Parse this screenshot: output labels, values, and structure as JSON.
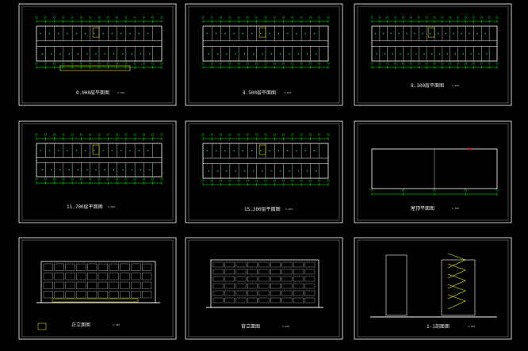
{
  "viewer": {
    "background": "#000000",
    "frame_color": "#ffffff",
    "line_color": "#00ff00",
    "accent_yellow": "#ffff00",
    "accent_cyan": "#00ffff",
    "accent_red": "#ff0000"
  },
  "drawings": [
    {
      "caption": "0.000层平面图",
      "scale": "1:100"
    },
    {
      "caption": "4.500层平面图",
      "scale": "1:100"
    },
    {
      "caption": "8.100层平面图",
      "scale": "1:100"
    },
    {
      "caption": "11.700层平面图",
      "scale": "1:100"
    },
    {
      "caption": "15.300层平面图",
      "scale": "1:100"
    },
    {
      "caption": "屋顶平面图",
      "scale": "1:100"
    },
    {
      "caption": "正立面图",
      "scale": "1:100"
    },
    {
      "caption": "背立面图",
      "scale": "1:100"
    },
    {
      "caption": "1-1剖面图",
      "scale": "1:100"
    }
  ]
}
